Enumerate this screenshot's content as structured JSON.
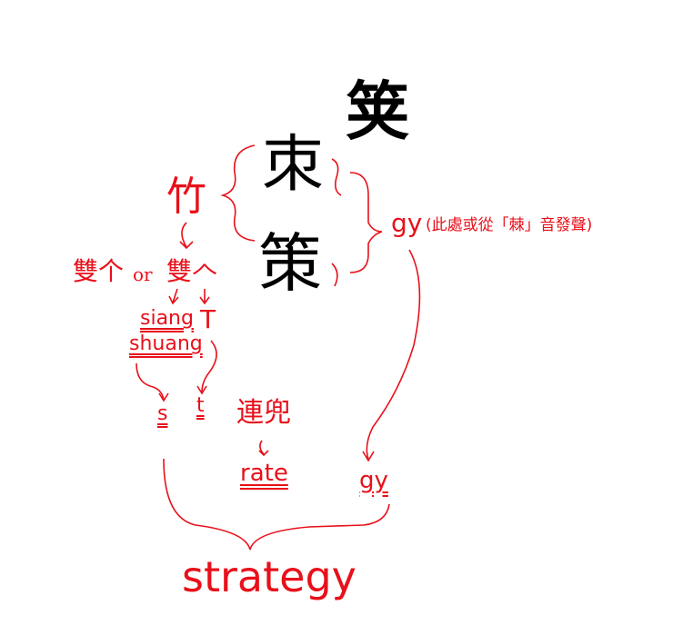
{
  "glyphs": {
    "seal_top": "䇲",
    "seal_mid": "朿",
    "regular": "策"
  },
  "labels": {
    "bamboo": "竹",
    "variants_a": "雙个",
    "or": "or",
    "variants_b": "雙𠆢",
    "siang": "siang",
    "T": "T",
    "shuang": "shuang",
    "s": "s",
    "t": "t",
    "lianr": "連兜",
    "rate": "rate",
    "gy_top": "gy",
    "gy_note": "(此處或從「棘」音發聲)",
    "gy_bottom": "gy",
    "result": "strategy"
  },
  "colors": {
    "annotation": "#e8101a",
    "glyph": "#000000"
  }
}
